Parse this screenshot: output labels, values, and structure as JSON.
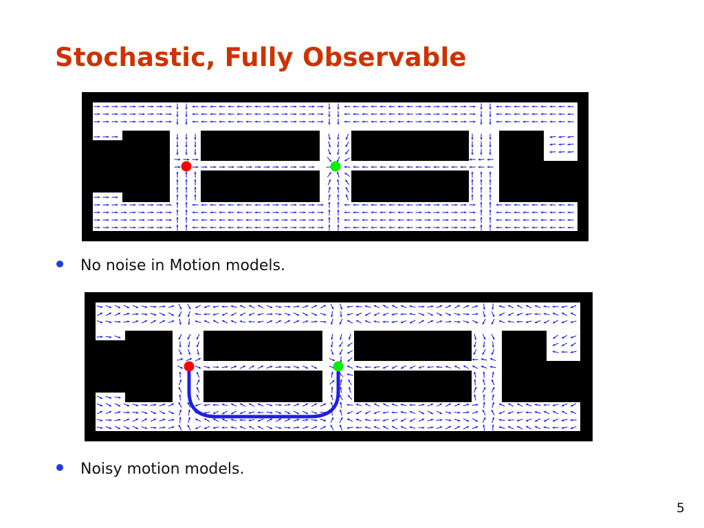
{
  "slide": {
    "title": "Stochastic, Fully Observable",
    "bullets": [
      "No noise in Motion models.",
      "Noisy motion models."
    ],
    "page_number": "5"
  },
  "colors": {
    "title": "#cc3300",
    "bullet": "#1f3fd9",
    "wall": "#000000",
    "free_space": "#ffffff",
    "policy_arrow": "#1f1fe0",
    "start_marker": "#ff0000",
    "goal_marker": "#00ee00",
    "path": "#1f1fe0"
  },
  "diagrams": [
    {
      "name": "deterministic-policy-map",
      "shows_path": false
    },
    {
      "name": "noisy-policy-map",
      "shows_path": true
    }
  ]
}
